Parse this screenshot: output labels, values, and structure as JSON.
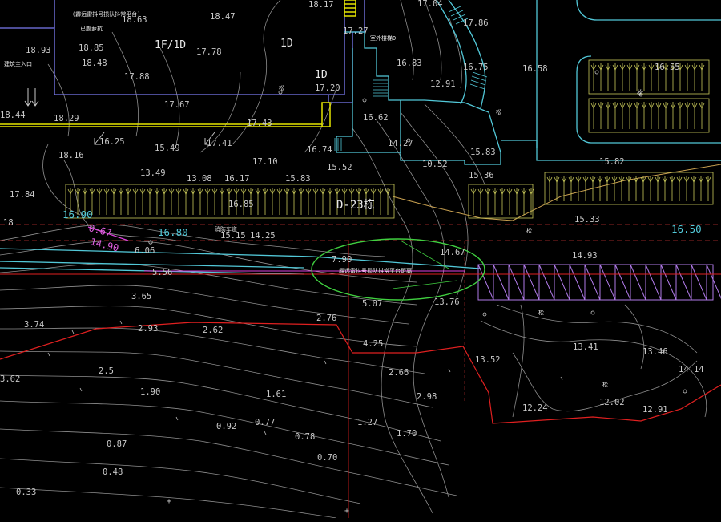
{
  "colors": {
    "background": "#000000",
    "elevation": "#c8c8c8",
    "contour": "#a8a8a8",
    "building": "#7a7af0",
    "cyan": "#52c8d8",
    "yellow": "#e6e600",
    "hatch": "#c8c85a",
    "red": "#e02020",
    "redDash": "#c03030",
    "green": "#40d040",
    "purple": "#b07ae8",
    "magenta": "#e040e0",
    "tan": "#c8a050"
  },
  "labels": {
    "building_level_top": "1F/1D",
    "building_level_right": "1D",
    "building_level_bottom": "1D",
    "platform_note": "(霹远雷抖号损队抖常平台)",
    "platform_sub": "已腹萝抗",
    "entrance": "建筑主入口",
    "outdoor_stair": "室外楼梯D",
    "building_block": "D-23栋",
    "fire_lane": "消防车道",
    "ellipse_note": "霹远雷抖号损队抖常平台距离",
    "pine_1": "松",
    "pine_2": "松",
    "pine_3": "松",
    "pine_4": "松",
    "pine_5": "松",
    "pine_6": "松"
  },
  "elevations": {
    "e1": "18.63",
    "e2": "18.47",
    "e3": "18.17",
    "e4": "17.04",
    "e5": "17.86",
    "e6": "18.93",
    "e7": "18.85",
    "e8": "18.48",
    "e9": "17.88",
    "e10": "17.78",
    "e11": "17.27",
    "e12": "16.83",
    "e13": "16.75",
    "e14": "16.58",
    "e15": "16.55",
    "e16": "17.20",
    "e17": "12.91",
    "e18": "18.44",
    "e19": "18.29",
    "e20": "17.67",
    "e21": "17.43",
    "e22": "16.62",
    "e23": "16.25",
    "e24": "15.49",
    "e25": "17.41",
    "e26": "16.74",
    "e27": "14.27",
    "e28": "15.83",
    "e29": "18.16",
    "e30": "17.10",
    "e31": "15.52",
    "e32": "10.52",
    "e33": "15.82",
    "e34": "13.49",
    "e35": "13.08",
    "e36": "16.17",
    "e37": "15.83",
    "e38": "15.36",
    "e39": "17.84",
    "e40": "16.85",
    "e41": "18",
    "e42": "16.90",
    "e43": "16.80",
    "e44": "15.15",
    "e45": "14.25",
    "e46": "15.33",
    "e47": "16.50",
    "e48": "0.67",
    "e49": "14.90",
    "e50": "6.06",
    "e51": "14.67",
    "e52": "14.93",
    "e53": "5.56",
    "e54": "7.90",
    "e55": "3.65",
    "e56": "5.07",
    "e57": "13.76",
    "e58": "3.74",
    "e59": "2.93",
    "e60": "2.62",
    "e61": "2.76",
    "e62": "4.25",
    "e63": "13.41",
    "e64": "13.46",
    "e65": "13.52",
    "e66": "14.14",
    "e67": "2.5",
    "e68": "2.66",
    "e69": "3.62",
    "e70": "1.90",
    "e71": "1.61",
    "e72": "2.98",
    "e73": "12.24",
    "e74": "12.02",
    "e75": "12.91",
    "e76": "0.92",
    "e77": "0.77",
    "e78": "1.27",
    "e79": "1.70",
    "e80": "0.87",
    "e81": "0.78",
    "e82": "0.70",
    "e83": "0.48",
    "e84": "0.33"
  }
}
